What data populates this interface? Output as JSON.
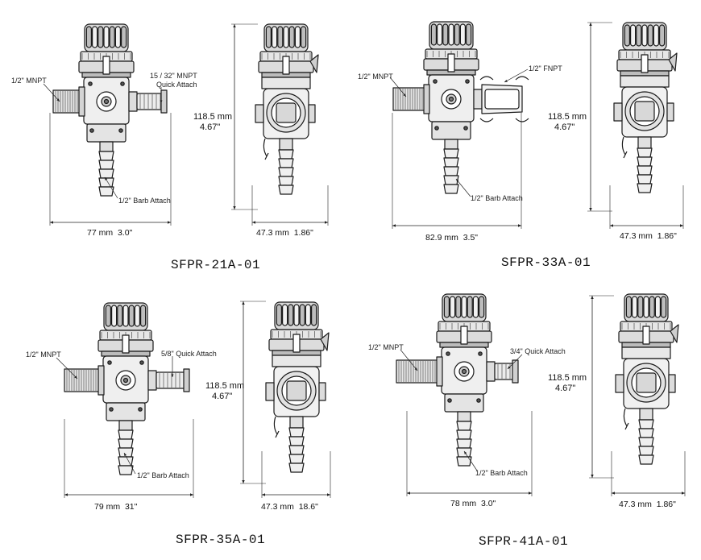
{
  "models": [
    {
      "id": "SFPR-21A-01",
      "label": "SFPR-21A-01",
      "callouts": {
        "left": "1/2\" MNPT",
        "right_line1": "15 / 32\" MNPT",
        "right_line2": "Quick Attach",
        "bottom": "1/2\" Barb Attach"
      },
      "width_mm": "77 mm",
      "width_in": "3.0\"",
      "height_mm": "118.5 mm",
      "height_in": "4.67\"",
      "side_mm": "47.3 mm",
      "side_in": "1.86\""
    },
    {
      "id": "SFPR-33A-01",
      "label": "SFPR-33A-01",
      "callouts": {
        "left": "1/2\" MNPT",
        "right_line1": "1/2\" FNPT",
        "right_line2": "",
        "bottom": "1/2\" Barb Attach"
      },
      "width_mm": "82.9 mm",
      "width_in": "3.5\"",
      "height_mm": "118.5 mm",
      "height_in": "4.67\"",
      "side_mm": "47.3 mm",
      "side_in": "1.86\""
    },
    {
      "id": "SFPR-35A-01",
      "label": "SFPR-35A-01",
      "callouts": {
        "left": "1/2\" MNPT",
        "right_line1": "5/8\" Quick Attach",
        "right_line2": "",
        "bottom": "1/2\" Barb Attach"
      },
      "width_mm": "79 mm",
      "width_in": "31\"",
      "height_mm": "118.5 mm",
      "height_in": "4.67\"",
      "side_mm": "47.3 mm",
      "side_in": "18.6\""
    },
    {
      "id": "SFPR-41A-01",
      "label": "SFPR-41A-01",
      "callouts": {
        "left": "1/2\" MNPT",
        "right_line1": "3/4\" Quick Attach",
        "right_line2": "",
        "bottom": "1/2\" Barb Attach"
      },
      "width_mm": "78 mm",
      "width_in": "3.0\"",
      "height_mm": "118.5 mm",
      "height_in": "4.67\"",
      "side_mm": "47.3 mm",
      "side_in": "1.86\""
    }
  ]
}
